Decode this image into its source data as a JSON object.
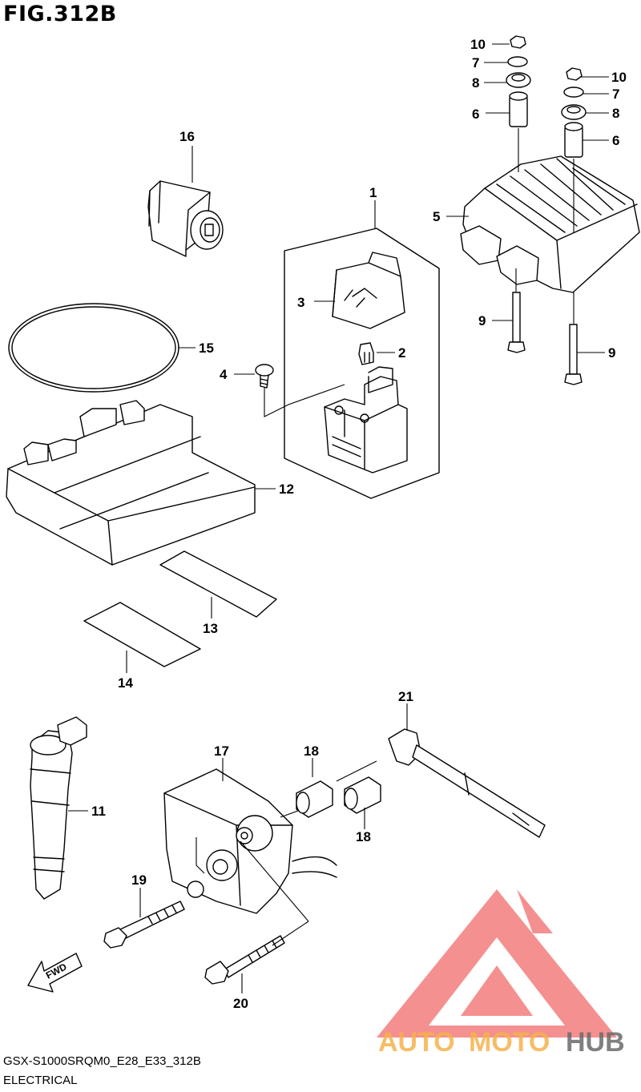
{
  "diagram": {
    "title": "FIG.312B",
    "footer_code": "GSX-S1000SRQM0_E28_E33_312B",
    "footer_section": "ELECTRICAL",
    "fwd_label": "FWD",
    "callouts": [
      "1",
      "2",
      "3",
      "4",
      "5",
      "6",
      "6",
      "7",
      "7",
      "8",
      "8",
      "9",
      "9",
      "10",
      "10",
      "11",
      "12",
      "13",
      "14",
      "15",
      "16",
      "17",
      "18",
      "18",
      "19",
      "20",
      "21"
    ]
  },
  "watermark": {
    "text_part1": "AUTO",
    "text_part2": "MOTO",
    "text_part3": "HUB",
    "color_red": "#f26b6b",
    "color_orange": "#f6b24c",
    "color_gray": "#6b6b6b"
  }
}
